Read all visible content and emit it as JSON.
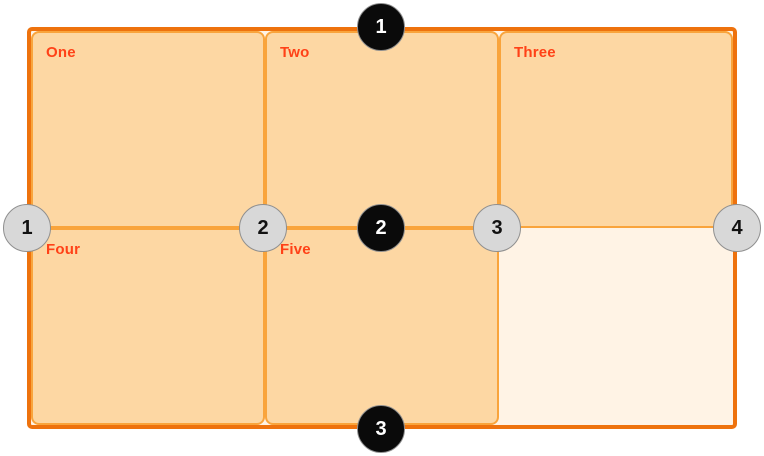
{
  "colors": {
    "page_bg": "#ffffff",
    "container_border": "#ee720d",
    "container_bg": "#fff3e5",
    "cell_bg": "#fdd7a3",
    "cell_border": "#f9a43c",
    "label": "#ff4117",
    "row_badge_bg": "#0a0a0a",
    "row_badge_text": "#ffffff",
    "col_badge_bg": "#d8d8d8",
    "col_badge_text": "#111111",
    "badge_border": "#8f8f8f"
  },
  "grid": {
    "cells": [
      {
        "label": "One"
      },
      {
        "label": "Two"
      },
      {
        "label": "Three"
      },
      {
        "label": "Four"
      },
      {
        "label": "Five"
      },
      {
        "label": ""
      }
    ]
  },
  "badges": {
    "rows": [
      "1",
      "2",
      "3"
    ],
    "columns": [
      "1",
      "2",
      "3",
      "4"
    ]
  }
}
